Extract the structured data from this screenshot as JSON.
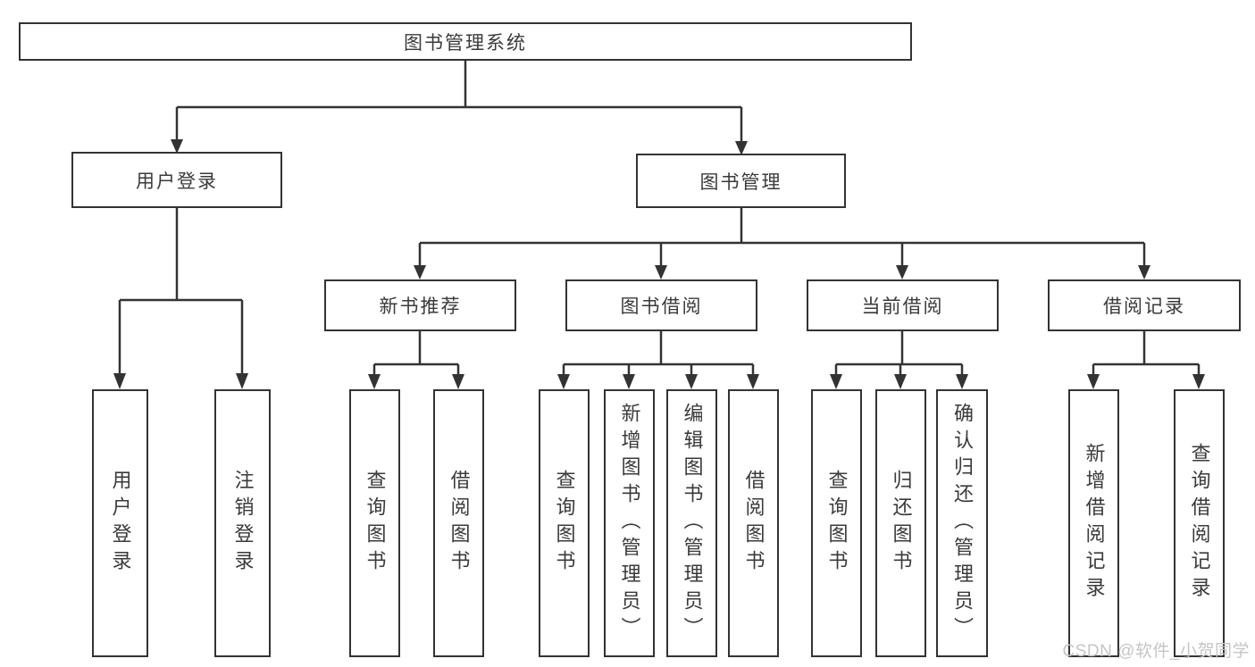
{
  "colors": {
    "line": "#333333",
    "text": "#3a3a3a",
    "box_background": "#ffffff",
    "watermark": "#c5c5c5"
  },
  "tree": {
    "root": {
      "label": "图书管理系统"
    },
    "branches": [
      {
        "label": "用户登录",
        "children": [
          {
            "label": "用户登录"
          },
          {
            "label": "注销登录"
          }
        ]
      },
      {
        "label": "图书管理",
        "children": [
          {
            "label": "新书推荐",
            "children": [
              {
                "label": "查询图书"
              },
              {
                "label": "借阅图书"
              }
            ]
          },
          {
            "label": "图书借阅",
            "children": [
              {
                "label": "查询图书"
              },
              {
                "label": "新增图书（管理员）"
              },
              {
                "label": "编辑图书（管理员）"
              },
              {
                "label": "借阅图书"
              }
            ]
          },
          {
            "label": "当前借阅",
            "children": [
              {
                "label": "查询图书"
              },
              {
                "label": "归还图书"
              },
              {
                "label": "确认归还（管理员）"
              }
            ]
          },
          {
            "label": "借阅记录",
            "children": [
              {
                "label": "新增借阅记录"
              },
              {
                "label": "查询借阅记录"
              }
            ]
          }
        ]
      }
    ]
  },
  "watermark": {
    "text": "CSDN @软件_小贺同学"
  }
}
